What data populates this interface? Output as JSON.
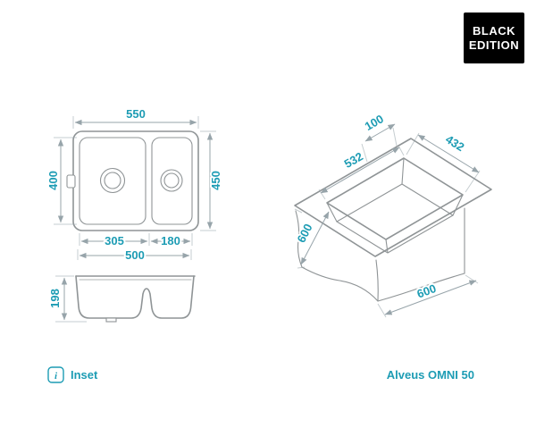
{
  "badge": {
    "line1": "BLACK",
    "line2": "EDITION"
  },
  "top_view": {
    "overall_width": "550",
    "bowl_depth": "400",
    "overall_depth": "450",
    "left_bowl_width": "305",
    "right_bowl_width": "180",
    "bottom_width": "500"
  },
  "front_view": {
    "height": "198"
  },
  "iso_view": {
    "edge_offset": "100",
    "cutout_width": "432",
    "cutout_length": "532",
    "cabinet_depth": "600",
    "cabinet_width": "600"
  },
  "footer": {
    "info_symbol": "i",
    "install_type": "Inset",
    "product_name": "Alveus OMNI 50"
  },
  "colors": {
    "accent": "#1d9cb4",
    "outline": "#8f9496",
    "dim": "#97a4aa",
    "badge-bg": "#000000",
    "badge-text": "#ffffff"
  }
}
